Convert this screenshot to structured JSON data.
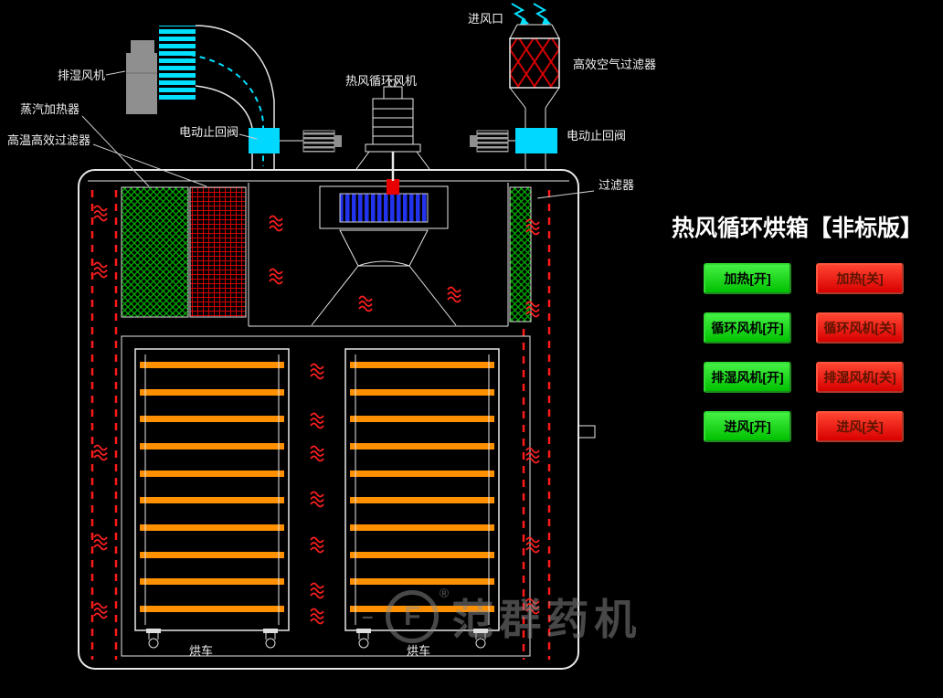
{
  "diagram": {
    "labels": {
      "dehumidify_fan": "排湿风机",
      "steam_heater": "蒸汽加热器",
      "high_temp_filter": "高温高效过滤器",
      "check_valve_left": "电动止回阀",
      "hot_air_fan": "热风循环风机",
      "air_inlet": "进风口",
      "hepa_filter": "高效空气过滤器",
      "check_valve_right": "电动止回阀",
      "filter": "过滤器",
      "cart_left": "烘车",
      "cart_right": "烘车"
    }
  },
  "panel": {
    "title": "热风循环烘箱【非标版】",
    "on_buttons": [
      {
        "id": "heat_on",
        "label": "加热[开]"
      },
      {
        "id": "circulation_fan_on",
        "label": "循环风机[开]"
      },
      {
        "id": "dehumidify_fan_on",
        "label": "排湿风机[开]"
      },
      {
        "id": "air_inlet_on",
        "label": "进风[开]"
      }
    ],
    "off_buttons": [
      {
        "id": "heat_off",
        "label": "加热[关]"
      },
      {
        "id": "circulation_fan_off",
        "label": "循环风机[关]"
      },
      {
        "id": "dehumidify_fan_off",
        "label": "排湿风机[关]"
      },
      {
        "id": "air_inlet_off",
        "label": "进风[关]"
      }
    ]
  },
  "watermark": {
    "text": "范群药机",
    "reg": "®",
    "logo_letter": "F",
    "dash": "–"
  },
  "colors": {
    "background": "#000000",
    "line": "#e8e8e8",
    "heat_red": "#ff2020",
    "tray_orange": "#ff9000",
    "valve_cyan": "#00d8ff",
    "mesh_green": "#00b400",
    "comb_blue": "#2233ee",
    "button_on_green": "#00cc00",
    "button_off_red": "#dd0000"
  }
}
